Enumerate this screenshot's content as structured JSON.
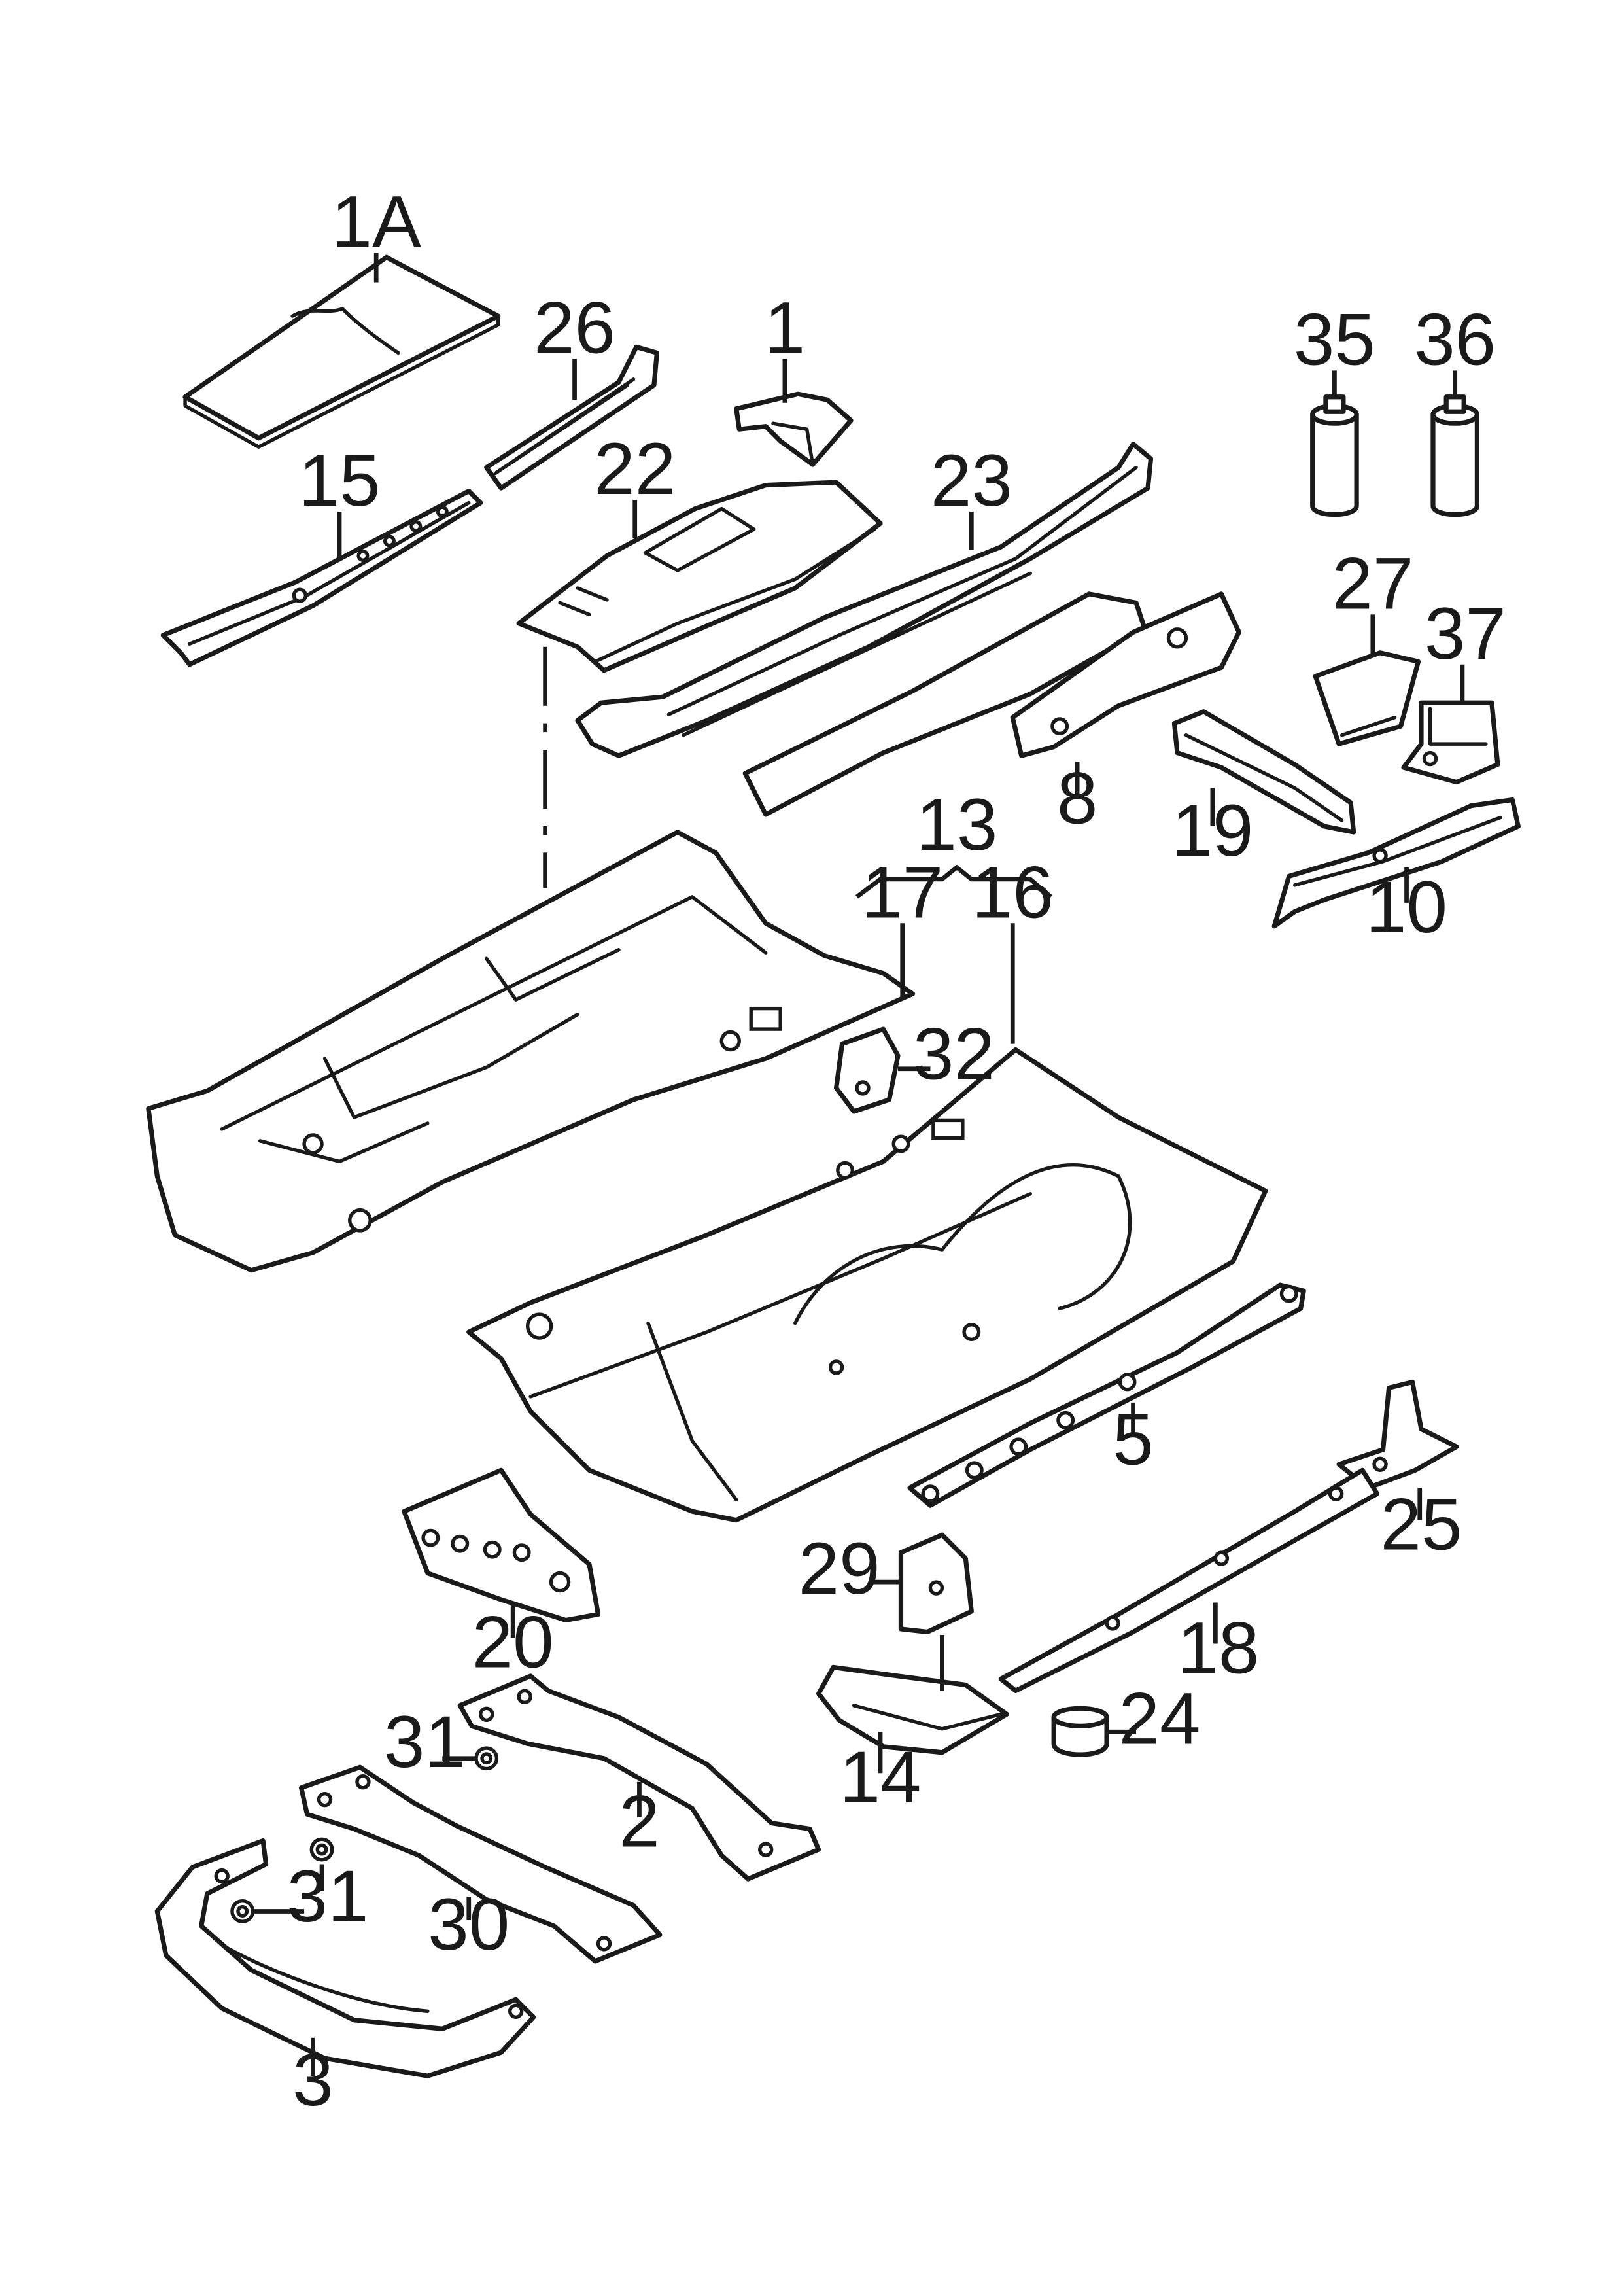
{
  "parts": [
    {
      "key": "p1A",
      "label": "1A"
    },
    {
      "key": "p26",
      "label": "26"
    },
    {
      "key": "p1",
      "label": "1"
    },
    {
      "key": "p35",
      "label": "35"
    },
    {
      "key": "p36",
      "label": "36"
    },
    {
      "key": "p15",
      "label": "15"
    },
    {
      "key": "p22",
      "label": "22"
    },
    {
      "key": "p23",
      "label": "23"
    },
    {
      "key": "p27",
      "label": "27"
    },
    {
      "key": "p37",
      "label": "37"
    },
    {
      "key": "p8",
      "label": "8"
    },
    {
      "key": "p19",
      "label": "19"
    },
    {
      "key": "p10",
      "label": "10"
    },
    {
      "key": "p13",
      "label": "13"
    },
    {
      "key": "p17",
      "label": "17"
    },
    {
      "key": "p16",
      "label": "16"
    },
    {
      "key": "p32",
      "label": "32"
    },
    {
      "key": "p5",
      "label": "5"
    },
    {
      "key": "p25",
      "label": "25"
    },
    {
      "key": "p29",
      "label": "29"
    },
    {
      "key": "p20",
      "label": "20"
    },
    {
      "key": "p18",
      "label": "18"
    },
    {
      "key": "p24",
      "label": "24"
    },
    {
      "key": "p14",
      "label": "14"
    },
    {
      "key": "p31a",
      "label": "31"
    },
    {
      "key": "p2",
      "label": "2"
    },
    {
      "key": "p31b",
      "label": "31"
    },
    {
      "key": "p30",
      "label": "30"
    },
    {
      "key": "p3",
      "label": "3"
    }
  ]
}
